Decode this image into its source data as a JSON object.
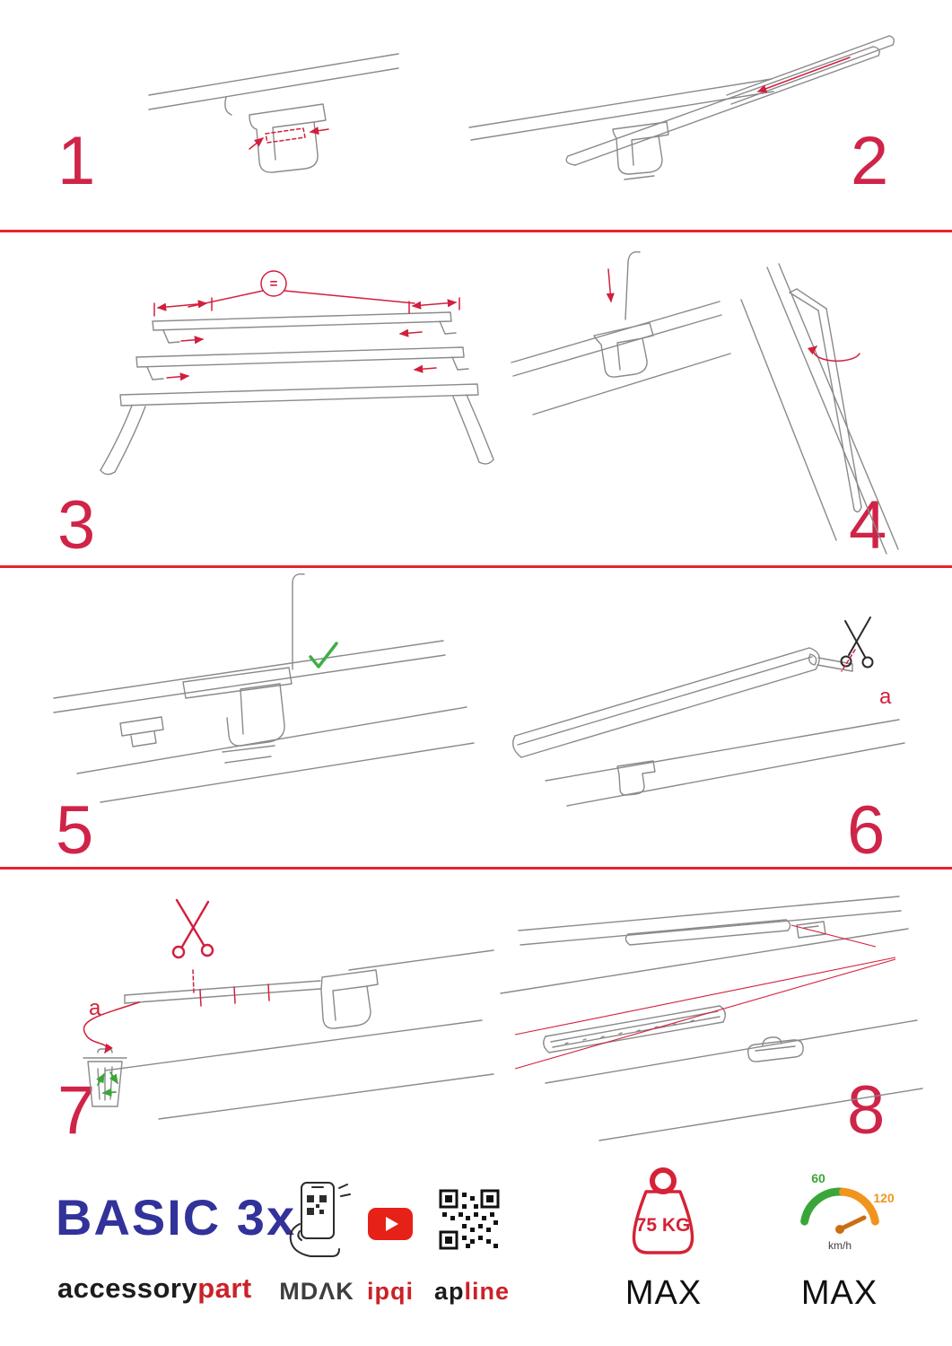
{
  "steps": [
    "1",
    "2",
    "3",
    "4",
    "5",
    "6",
    "7",
    "8"
  ],
  "labels": {
    "equal": "=",
    "cut_a_step6": "a",
    "cut_a_step7": "a"
  },
  "footer": {
    "product": "BASIC 3x",
    "brand_black": "accessory",
    "brand_red": "part",
    "app_label": "MDΛK",
    "video_label": "ipqi",
    "qr_label_black": "ap",
    "qr_label_red": "line",
    "weight_value": "75 KG",
    "weight_max": "MAX",
    "speed_low": "60",
    "speed_high": "120",
    "speed_unit": "km/h",
    "speed_max": "MAX"
  },
  "colors": {
    "accent_red": "#d21f3c",
    "divider_red": "#e8232d",
    "number_red": "#cf2448",
    "brand_navy": "#32329b",
    "brand_red": "#cc2127",
    "check_green": "#3fae49",
    "gauge_green": "#3aa63a",
    "gauge_orange": "#f0941e",
    "youtube_red": "#e62117",
    "line_art_gray": "#8a8a8a"
  }
}
